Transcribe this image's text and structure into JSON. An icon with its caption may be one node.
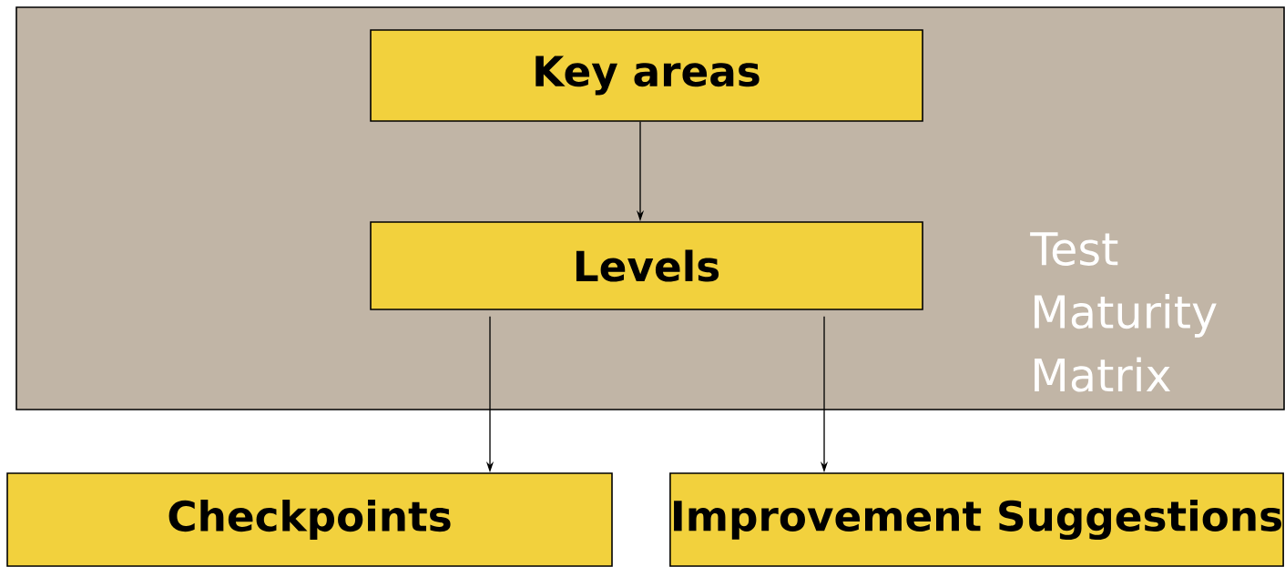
{
  "diagram": {
    "nodes": [
      {
        "text": [
          "Test Maturity Matrix"
        ]
      },
      {
        "text": [
          "Key areas"
        ],
        "in": 0
      },
      {
        "text": [
          "Levels"
        ],
        "in": 0
      },
      {
        "text": [
          "Checkpoints"
        ]
      },
      {
        "text": [
          "Improvement Suggestions"
        ]
      }
    ],
    "edges": [
      {
        "from": 1,
        "to": 2,
        "arrow": "to"
      },
      {
        "from": 2,
        "to": 3,
        "arrow": "to"
      },
      {
        "from": 2,
        "to": 4,
        "arrow": "to"
      }
    ]
  }
}
